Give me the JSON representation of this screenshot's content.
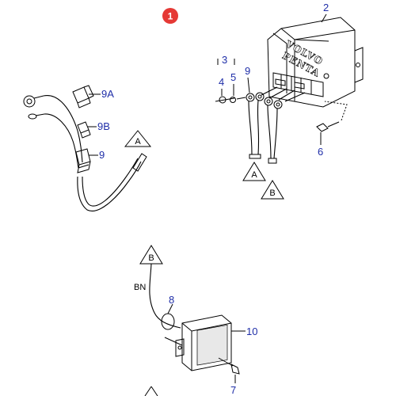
{
  "badge": "1",
  "callouts": {
    "c2": "2",
    "c3": "3",
    "c4": "4",
    "c5": "5",
    "c9_top": "9",
    "c6": "6",
    "c9a": "9A",
    "c9b": "9B",
    "c9_left": "9",
    "c8": "8",
    "c10": "10",
    "c7": "7"
  },
  "references": {
    "a_left": "A",
    "a_mid": "A",
    "b_mid": "B",
    "b_bottom": "B"
  },
  "wire_code": "BN",
  "brand_line1": "VOLVO",
  "brand_line2": "PENTA"
}
